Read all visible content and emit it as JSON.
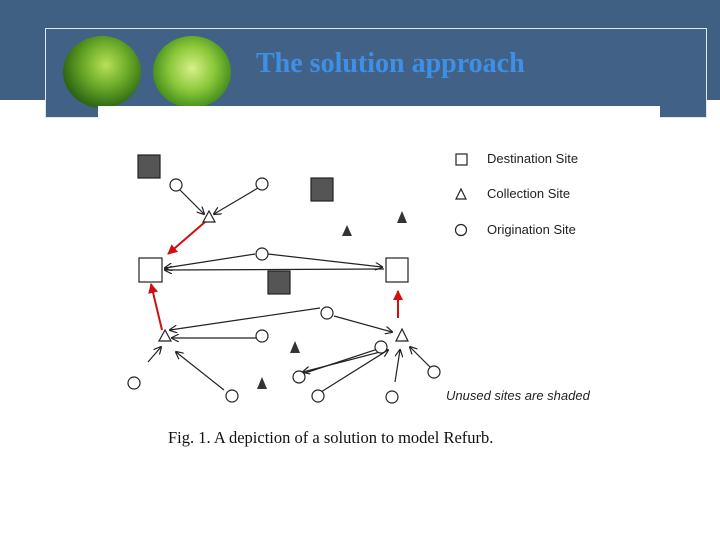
{
  "slide": {
    "title": "The solution approach"
  },
  "figure": {
    "legend": [
      {
        "shape": "square",
        "label": "Destination Site"
      },
      {
        "shape": "triangle",
        "label": "Collection Site"
      },
      {
        "shape": "circle",
        "label": "Origination Site"
      }
    ],
    "note": "Unused sites are shaded",
    "caption": "Fig. 1. A depiction of a solution to model Refurb."
  },
  "colors": {
    "band": "#3f5f83",
    "title": "#3f8fe6",
    "highlight_arrow": "#d01010"
  }
}
